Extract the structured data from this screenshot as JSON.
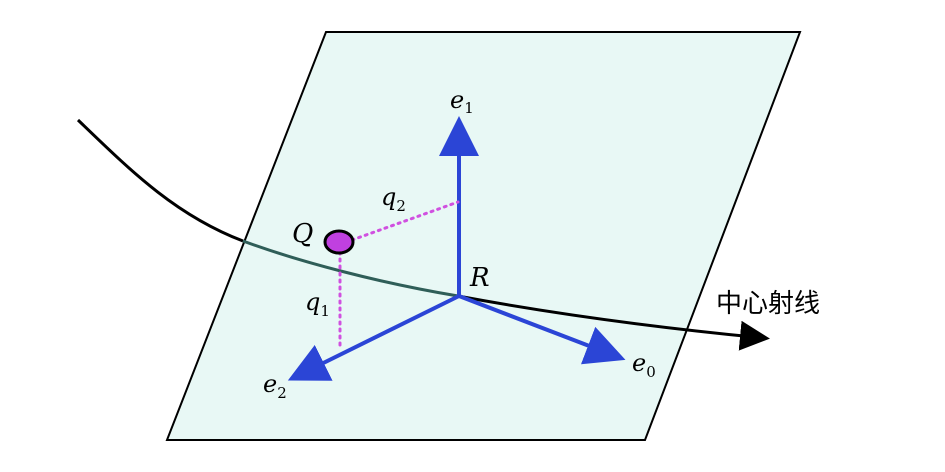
{
  "colors": {
    "plane_fill": "#e8f8f5",
    "plane_stroke": "#000000",
    "axis": "#2b45d6",
    "ray": "#000000",
    "ray_on_plane": "#2f5e58",
    "point_fill": "#c040e0",
    "projection": "#d050e0"
  },
  "labels": {
    "e0": {
      "base": "e",
      "sub": "0"
    },
    "e1": {
      "base": "e",
      "sub": "1"
    },
    "e2": {
      "base": "e",
      "sub": "2"
    },
    "q1": {
      "base": "q",
      "sub": "1"
    },
    "q2": {
      "base": "q",
      "sub": "2"
    },
    "Q": "Q",
    "R": "R",
    "ray": "中心射线"
  }
}
